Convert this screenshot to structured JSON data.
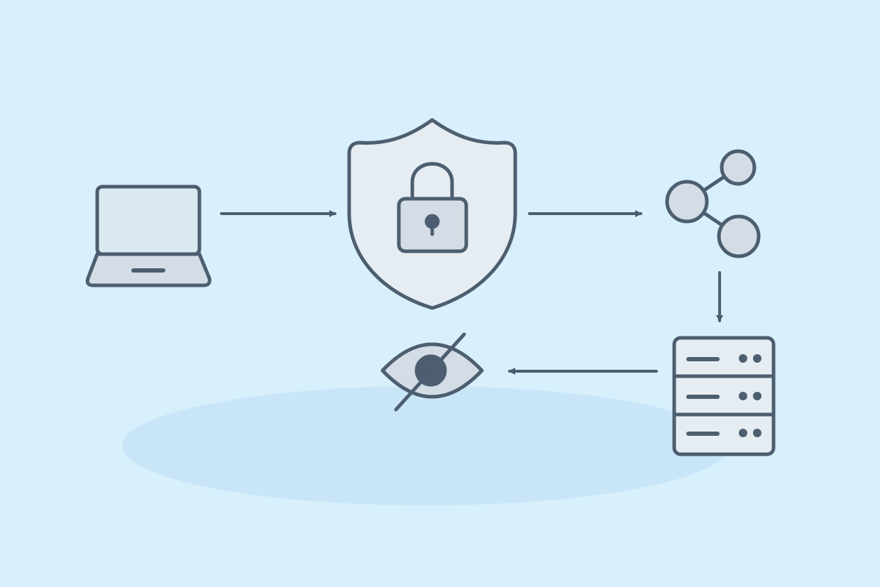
{
  "colors": {
    "background": "#d8effc",
    "ground": "#c9e6f8",
    "stroke": "#4c5e70",
    "fill_light": "#e6edf2",
    "fill_medium": "#d4dde5",
    "screen": "#dbe9f1"
  },
  "nodes": [
    {
      "id": "laptop",
      "icon": "laptop-icon"
    },
    {
      "id": "shield",
      "icon": "shield-lock-icon"
    },
    {
      "id": "network",
      "icon": "share-network-icon"
    },
    {
      "id": "server",
      "icon": "server-rack-icon"
    },
    {
      "id": "privacy",
      "icon": "eye-off-icon"
    }
  ],
  "edges": [
    {
      "from": "laptop",
      "to": "shield",
      "direction": "right"
    },
    {
      "from": "shield",
      "to": "network",
      "direction": "right"
    },
    {
      "from": "network",
      "to": "server",
      "direction": "down"
    },
    {
      "from": "server",
      "to": "privacy",
      "direction": "left"
    }
  ]
}
